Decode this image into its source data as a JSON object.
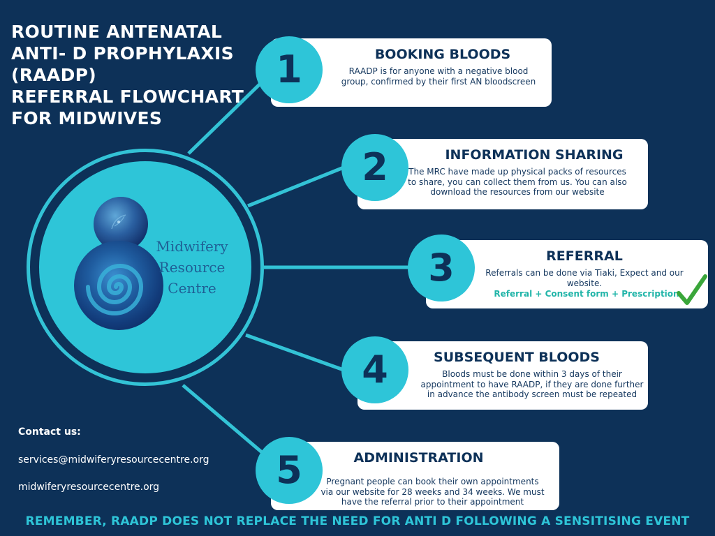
{
  "title": {
    "lines": [
      "ROUTINE ANTENATAL",
      "ANTI- D PROPHYLAXIS",
      "(RAADP)",
      "REFERRAL FLOWCHART",
      "FOR MIDWIVES"
    ]
  },
  "logo": {
    "lines": [
      "Midwifery",
      "Resource",
      "Centre"
    ]
  },
  "steps": [
    {
      "number": "1",
      "title": "BOOKING BLOODS",
      "body": "RAADP is for anyone with a negative blood group, confirmed by their first AN bloodscreen"
    },
    {
      "number": "2",
      "title": "INFORMATION SHARING",
      "body": "The MRC have made up physical packs of resources to share, you can collect them from us. You can also download the resources from our website"
    },
    {
      "number": "3",
      "title": "REFERRAL",
      "body": "Referrals can be done via Tiaki, Expect and our website.",
      "link": "Referral + Consent form + Prescription"
    },
    {
      "number": "4",
      "title": "SUBSEQUENT BLOODS",
      "body": "Bloods must be done within 3 days of their appointment to have RAADP, if they are done further in advance the antibody screen must be repeated"
    },
    {
      "number": "5",
      "title": "ADMINISTRATION",
      "body": "Pregnant people can book their own appointments via our website for 28 weeks and 34 weeks. We must have the referral prior to their appointment"
    }
  ],
  "contact": {
    "label": "Contact us:",
    "email": "services@midwiferyresourcecentre.org",
    "website": "midwiferyresourcecentre.org"
  },
  "footer": "REMEMBER, RAADP DOES NOT REPLACE THE NEED FOR ANTI D FOLLOWING A SENSITISING EVENT",
  "colors": {
    "background": "#0d3158",
    "accent": "#2ec5d8",
    "card": "#ffffff",
    "link": "#22b5a9",
    "check": "#3aa63a"
  }
}
